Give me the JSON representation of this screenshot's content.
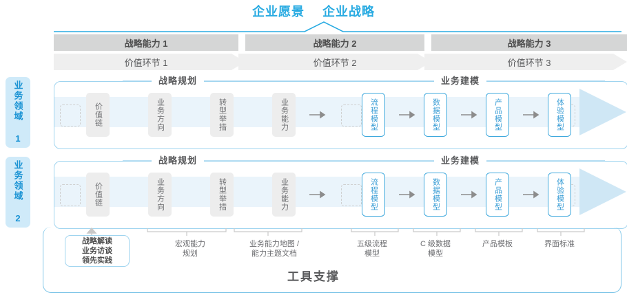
{
  "header": {
    "vision": "企业愿景",
    "strategy": "企业战略"
  },
  "capabilities": [
    {
      "label": "战略能力 1"
    },
    {
      "label": "战略能力 2"
    },
    {
      "label": "战略能力 3"
    }
  ],
  "value_links": [
    {
      "label": "价值环节 1"
    },
    {
      "label": "价值环节 2"
    },
    {
      "label": "价值环节 3"
    }
  ],
  "domains": [
    {
      "label": "业务领域 1"
    },
    {
      "label": "业务领域 2"
    }
  ],
  "lane_sections": {
    "planning": "战略规划",
    "modeling": "业务建模"
  },
  "nodes": {
    "planning": [
      {
        "label": "价值链"
      },
      {
        "label": "业务方向"
      },
      {
        "label": "转型举措"
      },
      {
        "label": "业务能力"
      }
    ],
    "modeling": [
      {
        "label": "流程模型"
      },
      {
        "label": "数据模型"
      },
      {
        "label": "产品模型"
      },
      {
        "label": "体验模型"
      }
    ]
  },
  "tools": {
    "primary_box": "战略解读\n业务访谈\n领先实践",
    "labels": [
      {
        "label": "宏观能力\n规划"
      },
      {
        "label": "业务能力地图 /\n能力主题文档"
      },
      {
        "label": "五级流程\n模型"
      },
      {
        "label": "C 级数据\n模型"
      },
      {
        "label": "产品模板"
      },
      {
        "label": "界面标准"
      }
    ],
    "support_title": "工具支撑"
  },
  "colors": {
    "accent": "#29abe2",
    "accent_soft": "#9fd4ef",
    "bar_gray": "#d5d6d6",
    "band_gray": "#efefef",
    "node_gray": "#ededed",
    "text_gray": "#58595b"
  }
}
